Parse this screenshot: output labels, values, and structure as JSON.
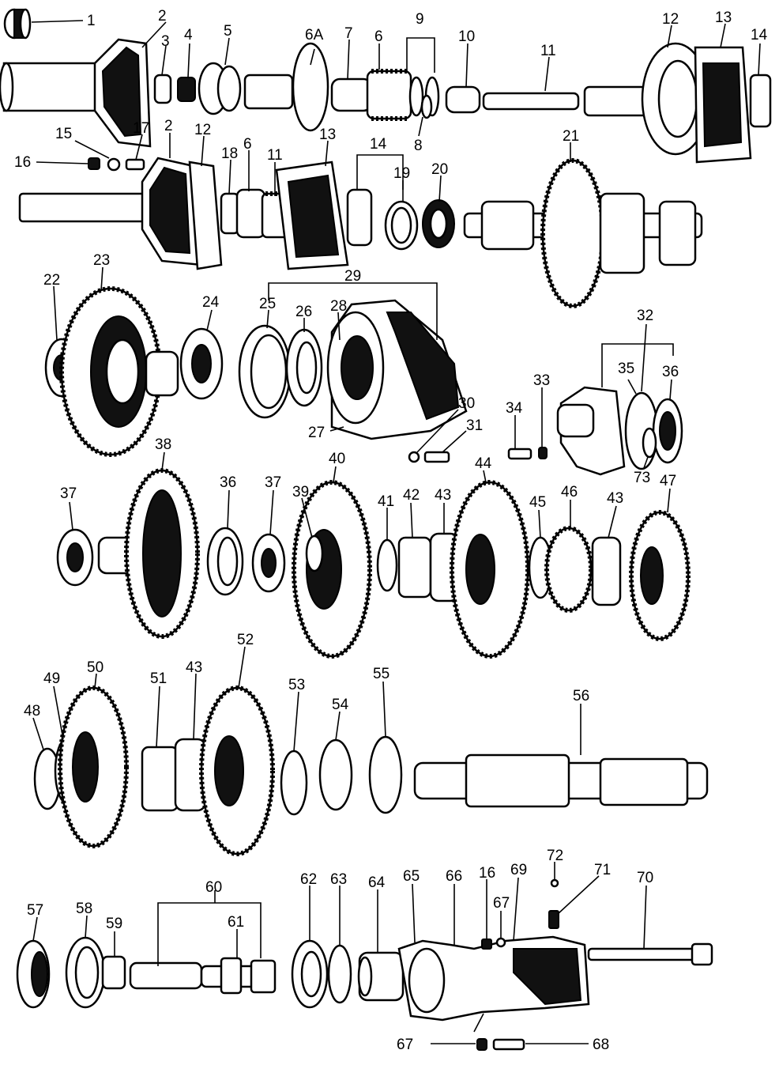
{
  "labels": {
    "l1": "1",
    "l2": "2",
    "l3": "3",
    "l4": "4",
    "l5": "5",
    "l6A": "6A",
    "l6": "6",
    "l7": "7",
    "l8": "8",
    "l9": "9",
    "l10": "10",
    "l11": "11",
    "l12": "12",
    "l13": "13",
    "l14": "14",
    "l15": "15",
    "l16": "16",
    "l17": "17",
    "l18": "18",
    "l19": "19",
    "l20": "20",
    "l21": "21",
    "l22": "22",
    "l23": "23",
    "l24": "24",
    "l25": "25",
    "l26": "26",
    "l27": "27",
    "l28": "28",
    "l29": "29",
    "l30": "30",
    "l31": "31",
    "l32": "32",
    "l33": "33",
    "l34": "34",
    "l35": "35",
    "l36": "36",
    "l37": "37",
    "l38": "38",
    "l39": "39",
    "l40": "40",
    "l41": "41",
    "l42": "42",
    "l43": "43",
    "l44": "44",
    "l45": "45",
    "l46": "46",
    "l47": "47",
    "l48": "48",
    "l49": "49",
    "l50": "50",
    "l51": "51",
    "l52": "52",
    "l53": "53",
    "l54": "54",
    "l55": "55",
    "l56": "56",
    "l57": "57",
    "l58": "58",
    "l59": "59",
    "l60": "60",
    "l61": "61",
    "l62": "62",
    "l63": "63",
    "l64": "64",
    "l65": "65",
    "l66": "66",
    "l67": "67",
    "l68": "68",
    "l69": "69",
    "l70": "70",
    "l71": "71",
    "l72": "72",
    "l73": "73"
  }
}
